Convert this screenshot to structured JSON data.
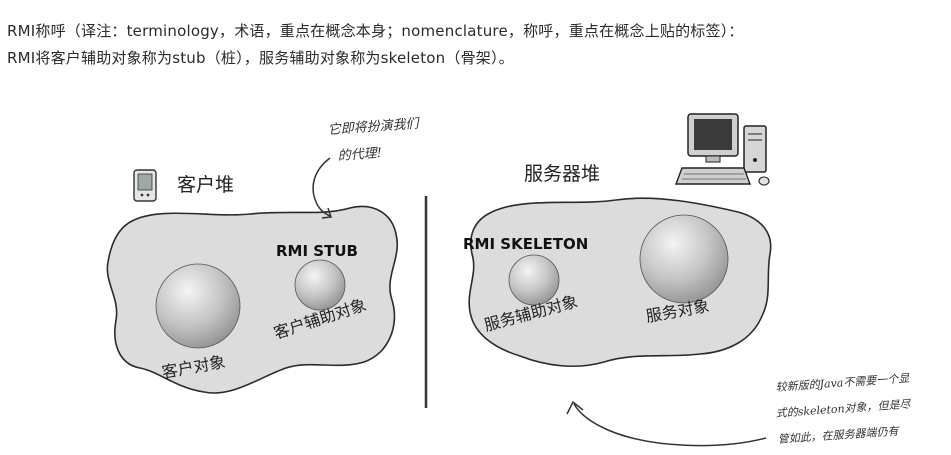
{
  "paragraph": {
    "line1": "RMI称呼（译注：terminology，术语，重点在概念本身；nomenclature，称呼，重点在概念上贴的标签）：",
    "line2": "RMI将客户辅助对象称为stub（桩），服务辅助对象称为skeleton（骨架）。"
  },
  "client_heap": {
    "title": "客户堆",
    "note_line1": "它即将扮演我们",
    "note_line2": "的代理!",
    "stub_label": "RMI STUB",
    "client_object": "客户对象",
    "client_helper": "客户辅助对象"
  },
  "server_heap": {
    "title": "服务器堆",
    "skeleton_label": "RMI SKELETON",
    "service_helper": "服务辅助对象",
    "service_object": "服务对象",
    "note_line1": "较新版的Java不需要一个显",
    "note_line2": "式的skeleton对象，但是尽",
    "note_line3": "管如此，在服务器端仍有"
  },
  "colors": {
    "blob_fill": "#dcdcdc",
    "blob_stroke": "#2b2b2b",
    "sphere_light": "#f4f4f4",
    "sphere_dark": "#8f8f8f",
    "divider": "#333333"
  }
}
